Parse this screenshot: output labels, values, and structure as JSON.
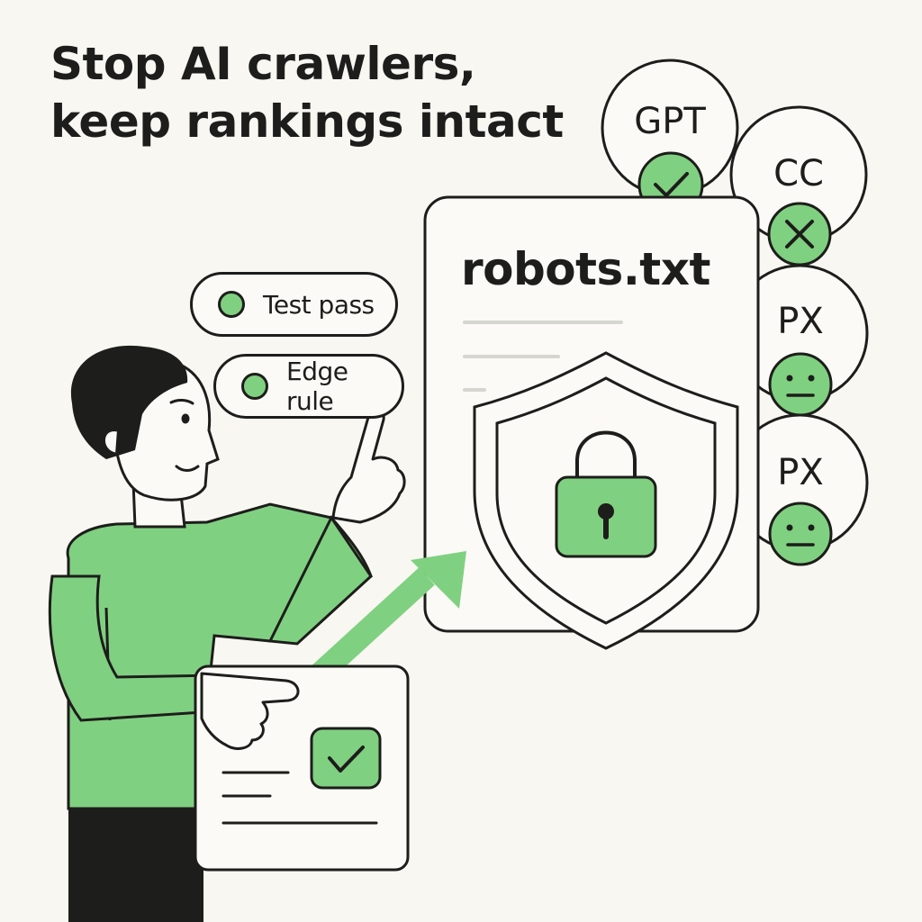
{
  "headline": {
    "line1": "Stop AI crawlers,",
    "line2": "keep rankings intact"
  },
  "document": {
    "title": "robots.txt",
    "shield": "shield-icon",
    "lock": "padlock-icon"
  },
  "checks": [
    {
      "label": "Test pass",
      "status": "ok"
    },
    {
      "label": "Edge rule",
      "status": "ok"
    }
  ],
  "bots": [
    {
      "label": "GPT",
      "status": "allowed",
      "icon": "check-icon"
    },
    {
      "label": "CC",
      "status": "blocked",
      "icon": "cross-icon"
    },
    {
      "label": "PX",
      "status": "neutral",
      "icon": "neutral-face-icon"
    },
    {
      "label": "PX",
      "status": "neutral",
      "icon": "neutral-face-icon"
    }
  ],
  "colors": {
    "accent": "#80d081",
    "ink": "#1d1d1b",
    "background": "#f8f7f2",
    "card": "#fbfaf6"
  }
}
